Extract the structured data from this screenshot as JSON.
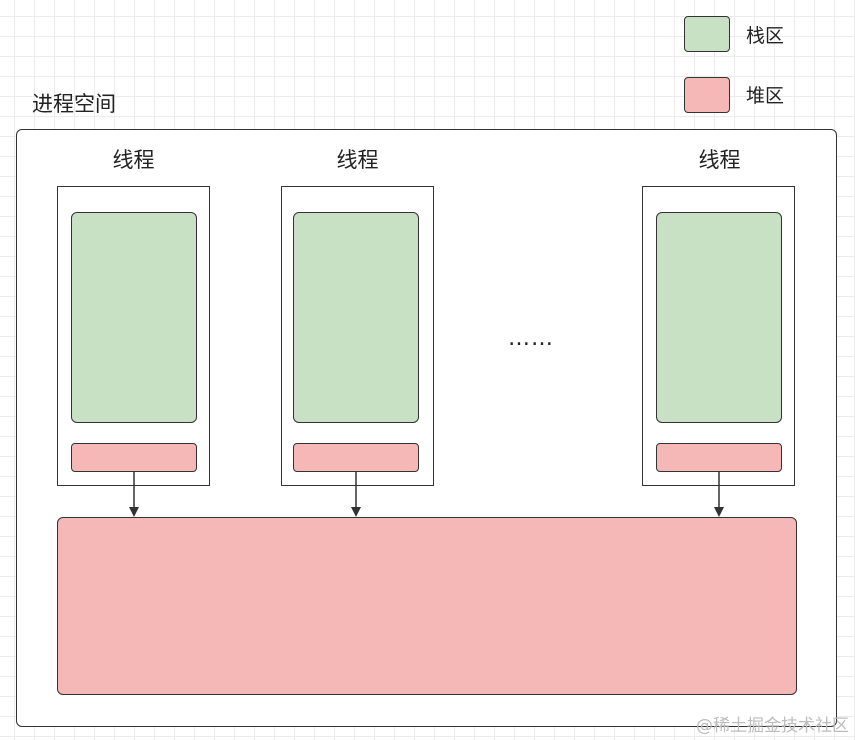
{
  "legend": {
    "stack_label": "栈区",
    "heap_label": "堆区",
    "stack_color": "#c8e0c4",
    "heap_color": "#f5b8b6"
  },
  "process": {
    "label": "进程空间"
  },
  "threads": [
    {
      "label": "线程"
    },
    {
      "label": "线程"
    },
    {
      "label": "线程"
    }
  ],
  "ellipsis": "……",
  "watermark": "@稀土掘金技术社区"
}
